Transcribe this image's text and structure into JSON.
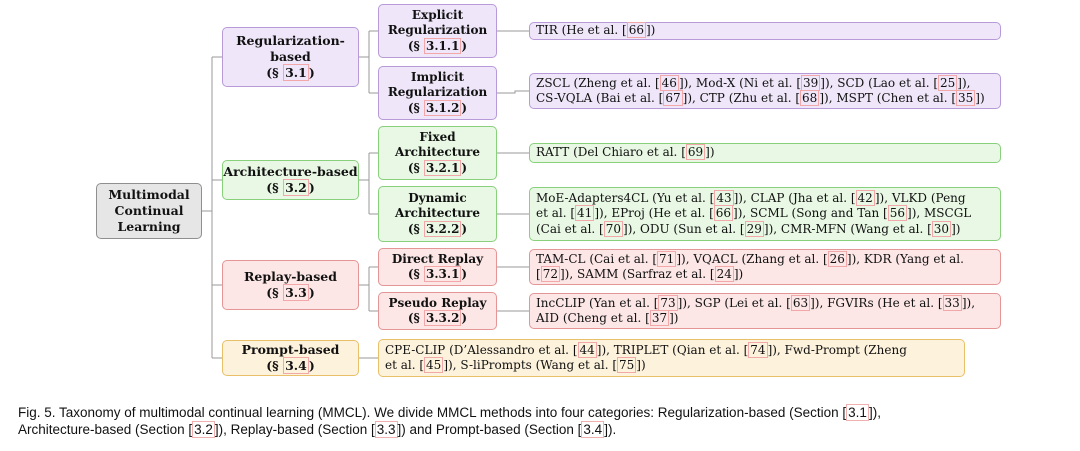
{
  "root": {
    "lines": [
      "Multimodal",
      "Continual",
      "Learning"
    ]
  },
  "categories": [
    {
      "key": "reg",
      "lines": [
        "Regularization-",
        "based"
      ],
      "sec": "3.1",
      "subs": [
        {
          "lines": [
            "Explicit",
            "Regularization"
          ],
          "sec": "3.1.1",
          "leaf": [
            "TIR (He et al. [66])"
          ]
        },
        {
          "lines": [
            "Implicit",
            "Regularization"
          ],
          "sec": "3.1.2",
          "leaf": [
            "ZSCL (Zheng et al. [46]), Mod-X (Ni et al. [39]), SCD (Lao et al. [25]),",
            "CS-VQLA (Bai et al. [67]), CTP (Zhu et al. [68]), MSPT (Chen et al. [35])"
          ]
        }
      ]
    },
    {
      "key": "arch",
      "lines": [
        "Architecture-based"
      ],
      "sec": "3.2",
      "subs": [
        {
          "lines": [
            "Fixed",
            "Architecture"
          ],
          "sec": "3.2.1",
          "leaf": [
            "RATT (Del Chiaro et al. [69])"
          ]
        },
        {
          "lines": [
            "Dynamic",
            "Architecture"
          ],
          "sec": "3.2.2",
          "leaf": [
            "MoE-Adapters4CL (Yu et al. [43]), CLAP (Jha et al. [42]), VLKD (Peng",
            "et al. [41]), EProj (He et al. [66]), SCML (Song and Tan [56]), MSCGL",
            "(Cai et al. [70]), ODU (Sun et al. [29]), CMR-MFN (Wang et al. [30])"
          ]
        }
      ]
    },
    {
      "key": "replay",
      "lines": [
        "Replay-based"
      ],
      "sec": "3.3",
      "subs": [
        {
          "lines": [
            "Direct Replay"
          ],
          "sec": "3.3.1",
          "leaf": [
            "TAM-CL (Cai et al. [71]), VQACL (Zhang et al. [26]), KDR (Yang et al.",
            "[72]), SAMM (Sarfraz et al. [24])"
          ]
        },
        {
          "lines": [
            "Pseudo Replay"
          ],
          "sec": "3.3.2",
          "leaf": [
            "IncCLIP (Yan et al. [73]), SGP (Lei et al. [63]), FGVIRs (He et al. [33]),",
            "AID (Cheng et al. [37])"
          ]
        }
      ]
    },
    {
      "key": "prompt",
      "lines": [
        "Prompt-based"
      ],
      "sec": "3.4",
      "leaf": [
        "CPE-CLIP (D’Alessandro et al. [44]), TRIPLET (Qian et al. [74]), Fwd-Prompt (Zheng",
        "et al. [45]), S-liPrompts (Wang et al. [75])"
      ]
    }
  ],
  "caption": {
    "lines": [
      "Fig. 5. Taxonomy of multimodal continual learning (MMCL). We divide MMCL methods into four categories: Regularization-based (Section [3.1]),",
      "Architecture-based (Section [3.2]), Replay-based (Section [3.3]) and Prompt-based (Section [3.4])."
    ]
  },
  "colors": {
    "reg": "#efe6f9",
    "arch": "#e8f8e4",
    "replay": "#fce6e6",
    "prompt": "#fdf2dc",
    "root": "#e6e6e6",
    "connector": "#9a9a9a",
    "ref_box": "#f2a8a8"
  }
}
